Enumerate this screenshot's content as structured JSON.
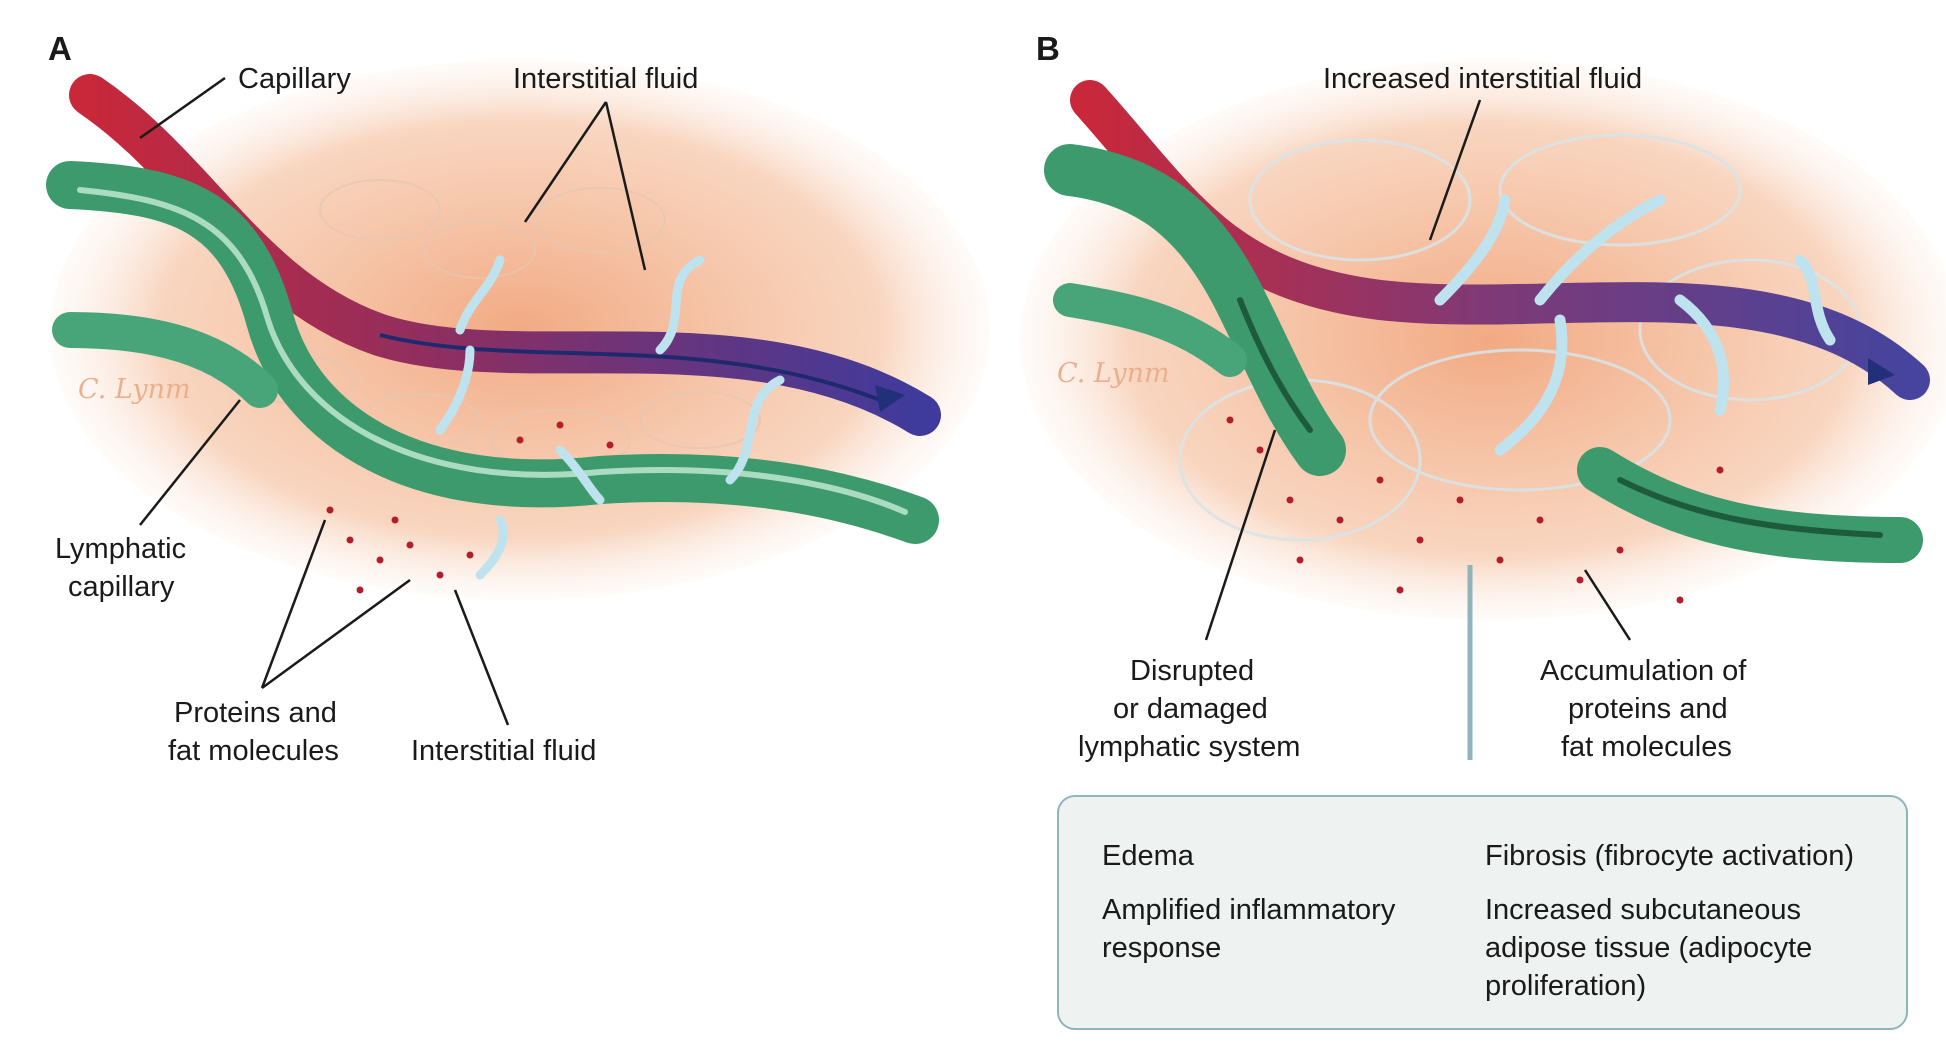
{
  "panel_a": {
    "letter": "A",
    "signature": "C. Lynm",
    "labels": {
      "capillary": "Capillary",
      "interstitial_top": "Interstitial fluid",
      "lymphatic_line1": "Lymphatic",
      "lymphatic_line2": "capillary",
      "proteins_line1": "Proteins and",
      "proteins_line2": "fat molecules",
      "interstitial_bottom": "Interstitial fluid"
    }
  },
  "panel_b": {
    "letter": "B",
    "signature": "C. Lynm",
    "labels": {
      "increased_fluid": "Increased interstitial fluid",
      "disrupted_line1": "Disrupted",
      "disrupted_line2": "or damaged",
      "disrupted_line3": "lymphatic system",
      "accum_line1": "Accumulation of",
      "accum_line2": "proteins and",
      "accum_line3": "fat molecules"
    },
    "effects": {
      "left_1": "Edema",
      "left_2_line1": "Amplified inflammatory",
      "left_2_line2": "response",
      "right_1": "Fibrosis (fibrocyte activation)",
      "right_2_line1": "Increased subcutaneous",
      "right_2_line2": "adipose tissue (adipocyte",
      "right_2_line3": "proliferation)"
    }
  },
  "colors": {
    "tissue": "#f3b48f",
    "artery": "#c8283a",
    "vein": "#4a3f9a",
    "lymphatic": "#3d9a6c",
    "fluid_arrow": "#bfe3ee",
    "effects_border": "#8fb4bc"
  }
}
